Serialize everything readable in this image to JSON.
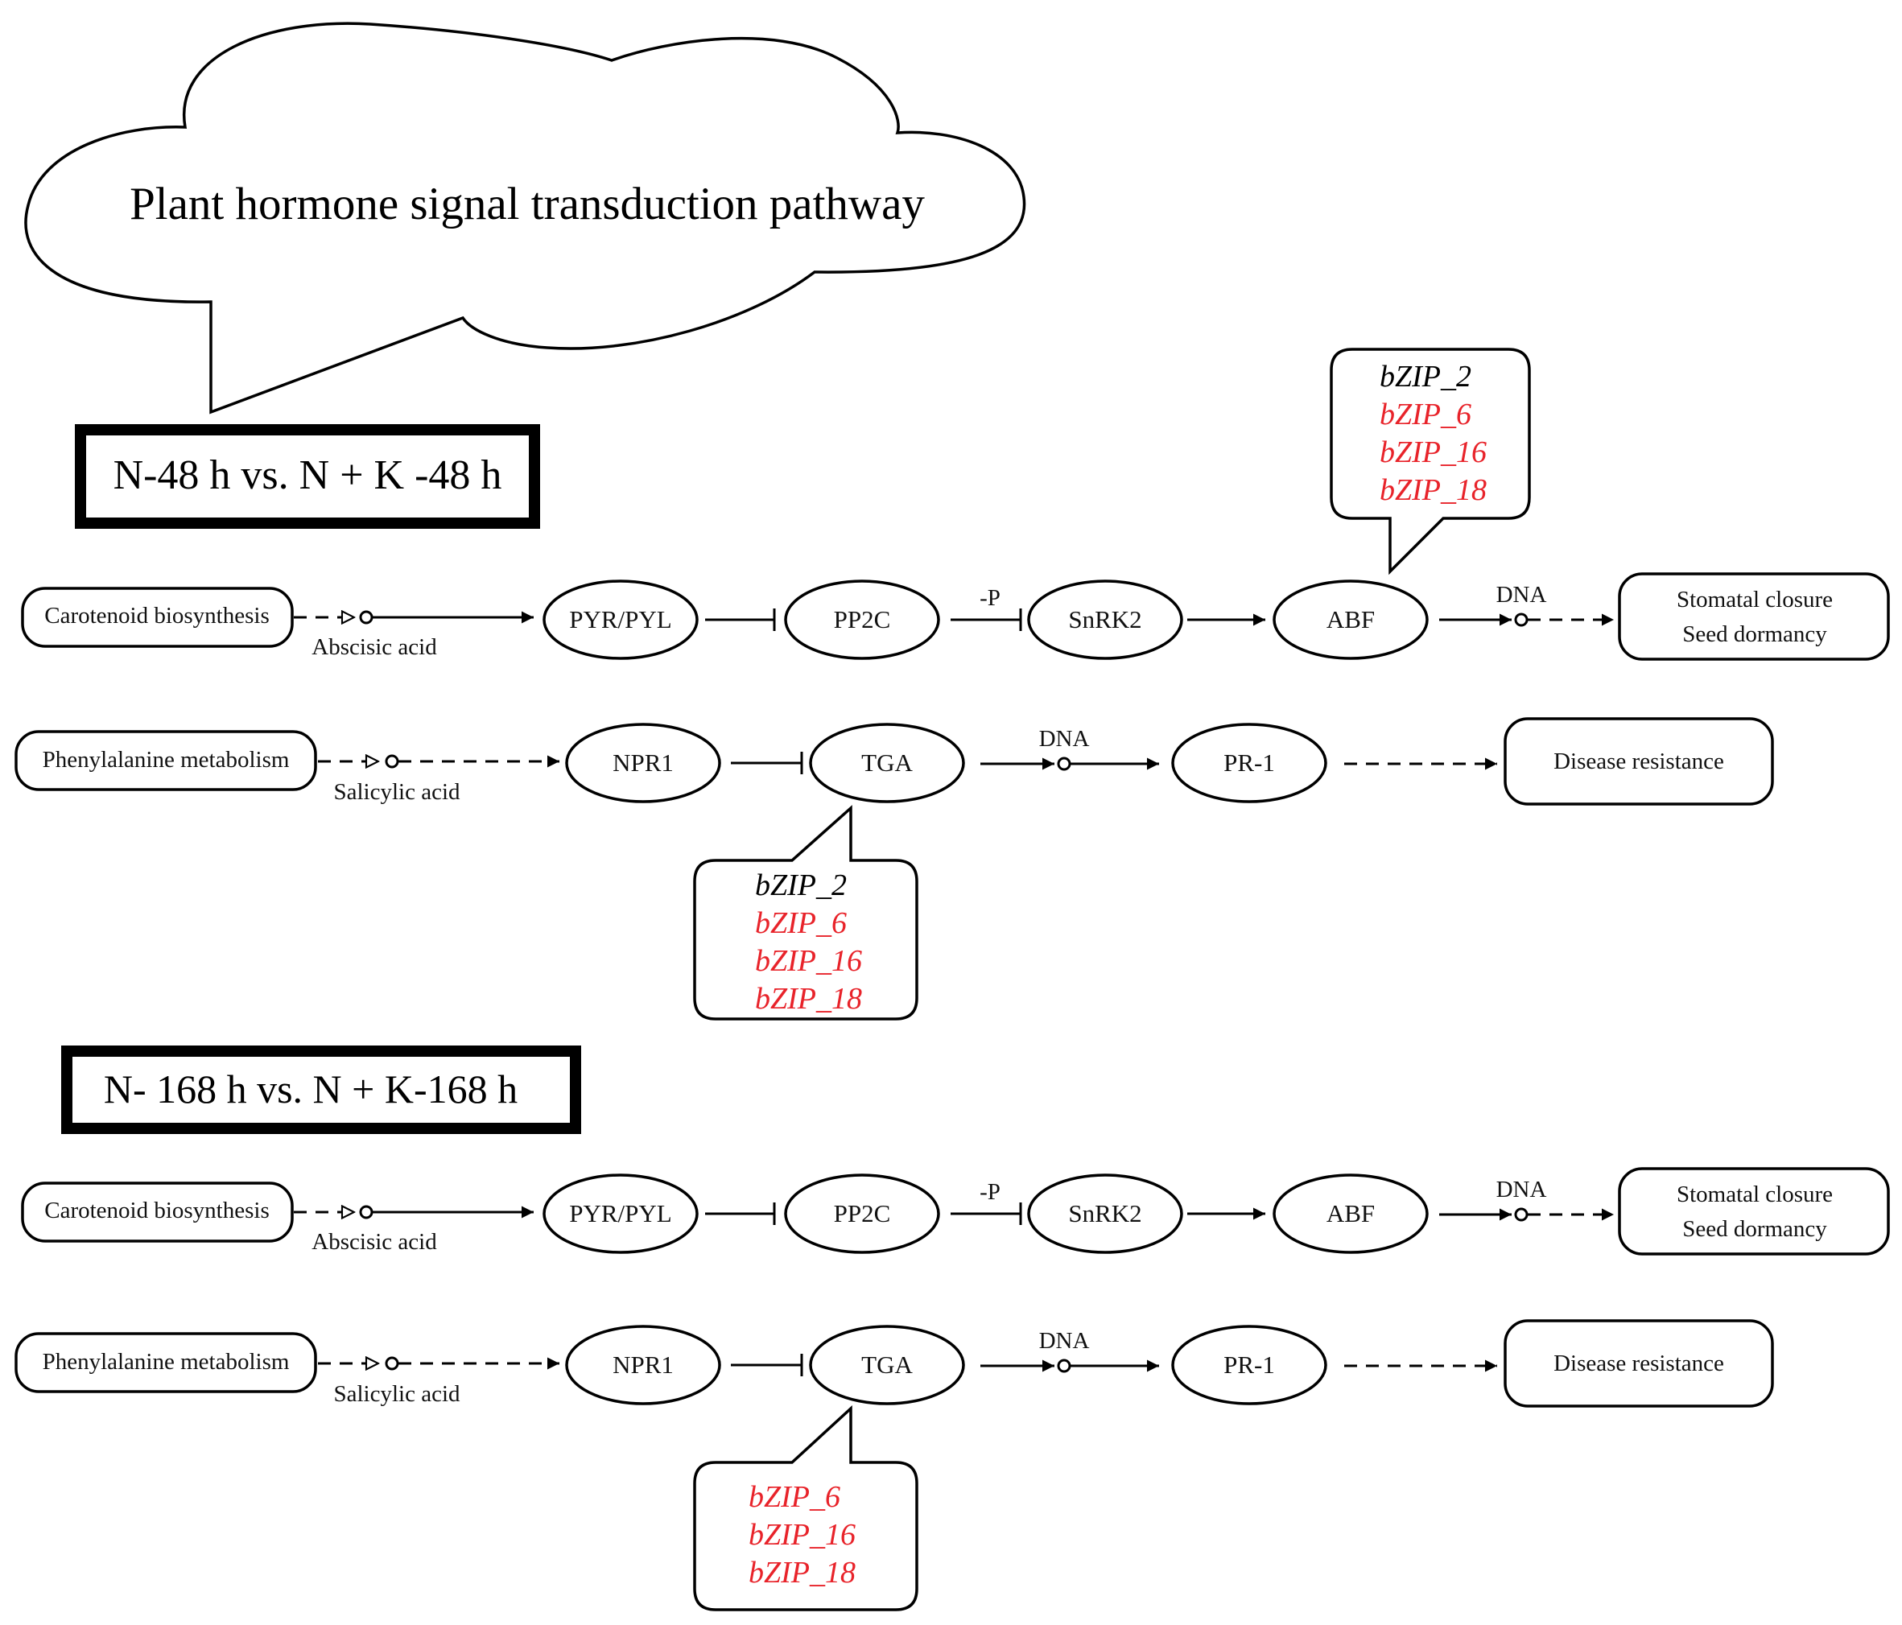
{
  "title": "Plant hormone signal transduction pathway",
  "colors": {
    "up": "#e8232a",
    "neutral": "#000000"
  },
  "comparisons": [
    {
      "label": "N-48 h vs. N + K -48 h",
      "aba": {
        "source": "Carotenoid biosynthesis",
        "compound": "Abscisic  acid",
        "nodes": [
          "PYR/PYL",
          "PP2C",
          "SnRK2",
          "ABF"
        ],
        "phospho": "-P",
        "dna": "DNA",
        "outcome": [
          "Stomatal closure",
          "Seed dormancy"
        ],
        "callout_genes": [
          {
            "name": "bZIP_2",
            "color": "#000000"
          },
          {
            "name": "bZIP_6",
            "color": "#e8232a"
          },
          {
            "name": "bZIP_16",
            "color": "#e8232a"
          },
          {
            "name": "bZIP_18",
            "color": "#e8232a"
          }
        ]
      },
      "sa": {
        "source": "Phenylalanine metabolism",
        "compound": "Salicylic acid",
        "nodes": [
          "NPR1",
          "TGA",
          "PR-1"
        ],
        "dna": "DNA",
        "outcome": "Disease resistance",
        "callout_genes": [
          {
            "name": "bZIP_2",
            "color": "#000000"
          },
          {
            "name": "bZIP_6",
            "color": "#e8232a"
          },
          {
            "name": "bZIP_16",
            "color": "#e8232a"
          },
          {
            "name": "bZIP_18",
            "color": "#e8232a"
          }
        ]
      }
    },
    {
      "label": "N- 168 h vs. N + K-168 h",
      "aba": {
        "source": "Carotenoid biosynthesis",
        "compound": "Abscisic  acid",
        "nodes": [
          "PYR/PYL",
          "PP2C",
          "SnRK2",
          "ABF"
        ],
        "phospho": "-P",
        "dna": "DNA",
        "outcome": [
          "Stomatal closure",
          "Seed dormancy"
        ],
        "callout_genes": []
      },
      "sa": {
        "source": "Phenylalanine metabolism",
        "compound": "Salicylic acid",
        "nodes": [
          "NPR1",
          "TGA",
          "PR-1"
        ],
        "dna": "DNA",
        "outcome": "Disease resistance",
        "callout_genes": [
          {
            "name": "bZIP_6",
            "color": "#e8232a"
          },
          {
            "name": "bZIP_16",
            "color": "#e8232a"
          },
          {
            "name": "bZIP_18",
            "color": "#e8232a"
          }
        ]
      }
    }
  ]
}
